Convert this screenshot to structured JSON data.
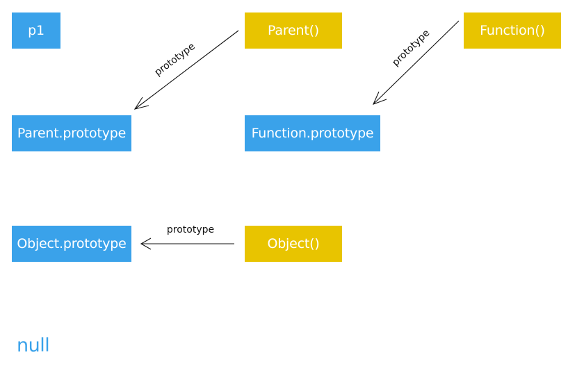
{
  "nodes": {
    "p1": "p1",
    "parent": "Parent()",
    "function": "Function()",
    "parent_prototype": "Parent.prototype",
    "function_prototype": "Function.prototype",
    "object_prototype": "Object.prototype",
    "object": "Object()"
  },
  "null_label": "null",
  "edges": [
    {
      "from": "Parent()",
      "to": "Parent.prototype",
      "label": "prototype"
    },
    {
      "from": "Function()",
      "to": "Function.prototype",
      "label": "prototype"
    },
    {
      "from": "Object()",
      "to": "Object.prototype",
      "label": "prototype"
    }
  ],
  "colors": {
    "instance_and_prototype_nodes": "#3aa2ea",
    "constructor_nodes": "#e8c400",
    "null_text": "#3aa2ea",
    "arrows": "#111111"
  }
}
